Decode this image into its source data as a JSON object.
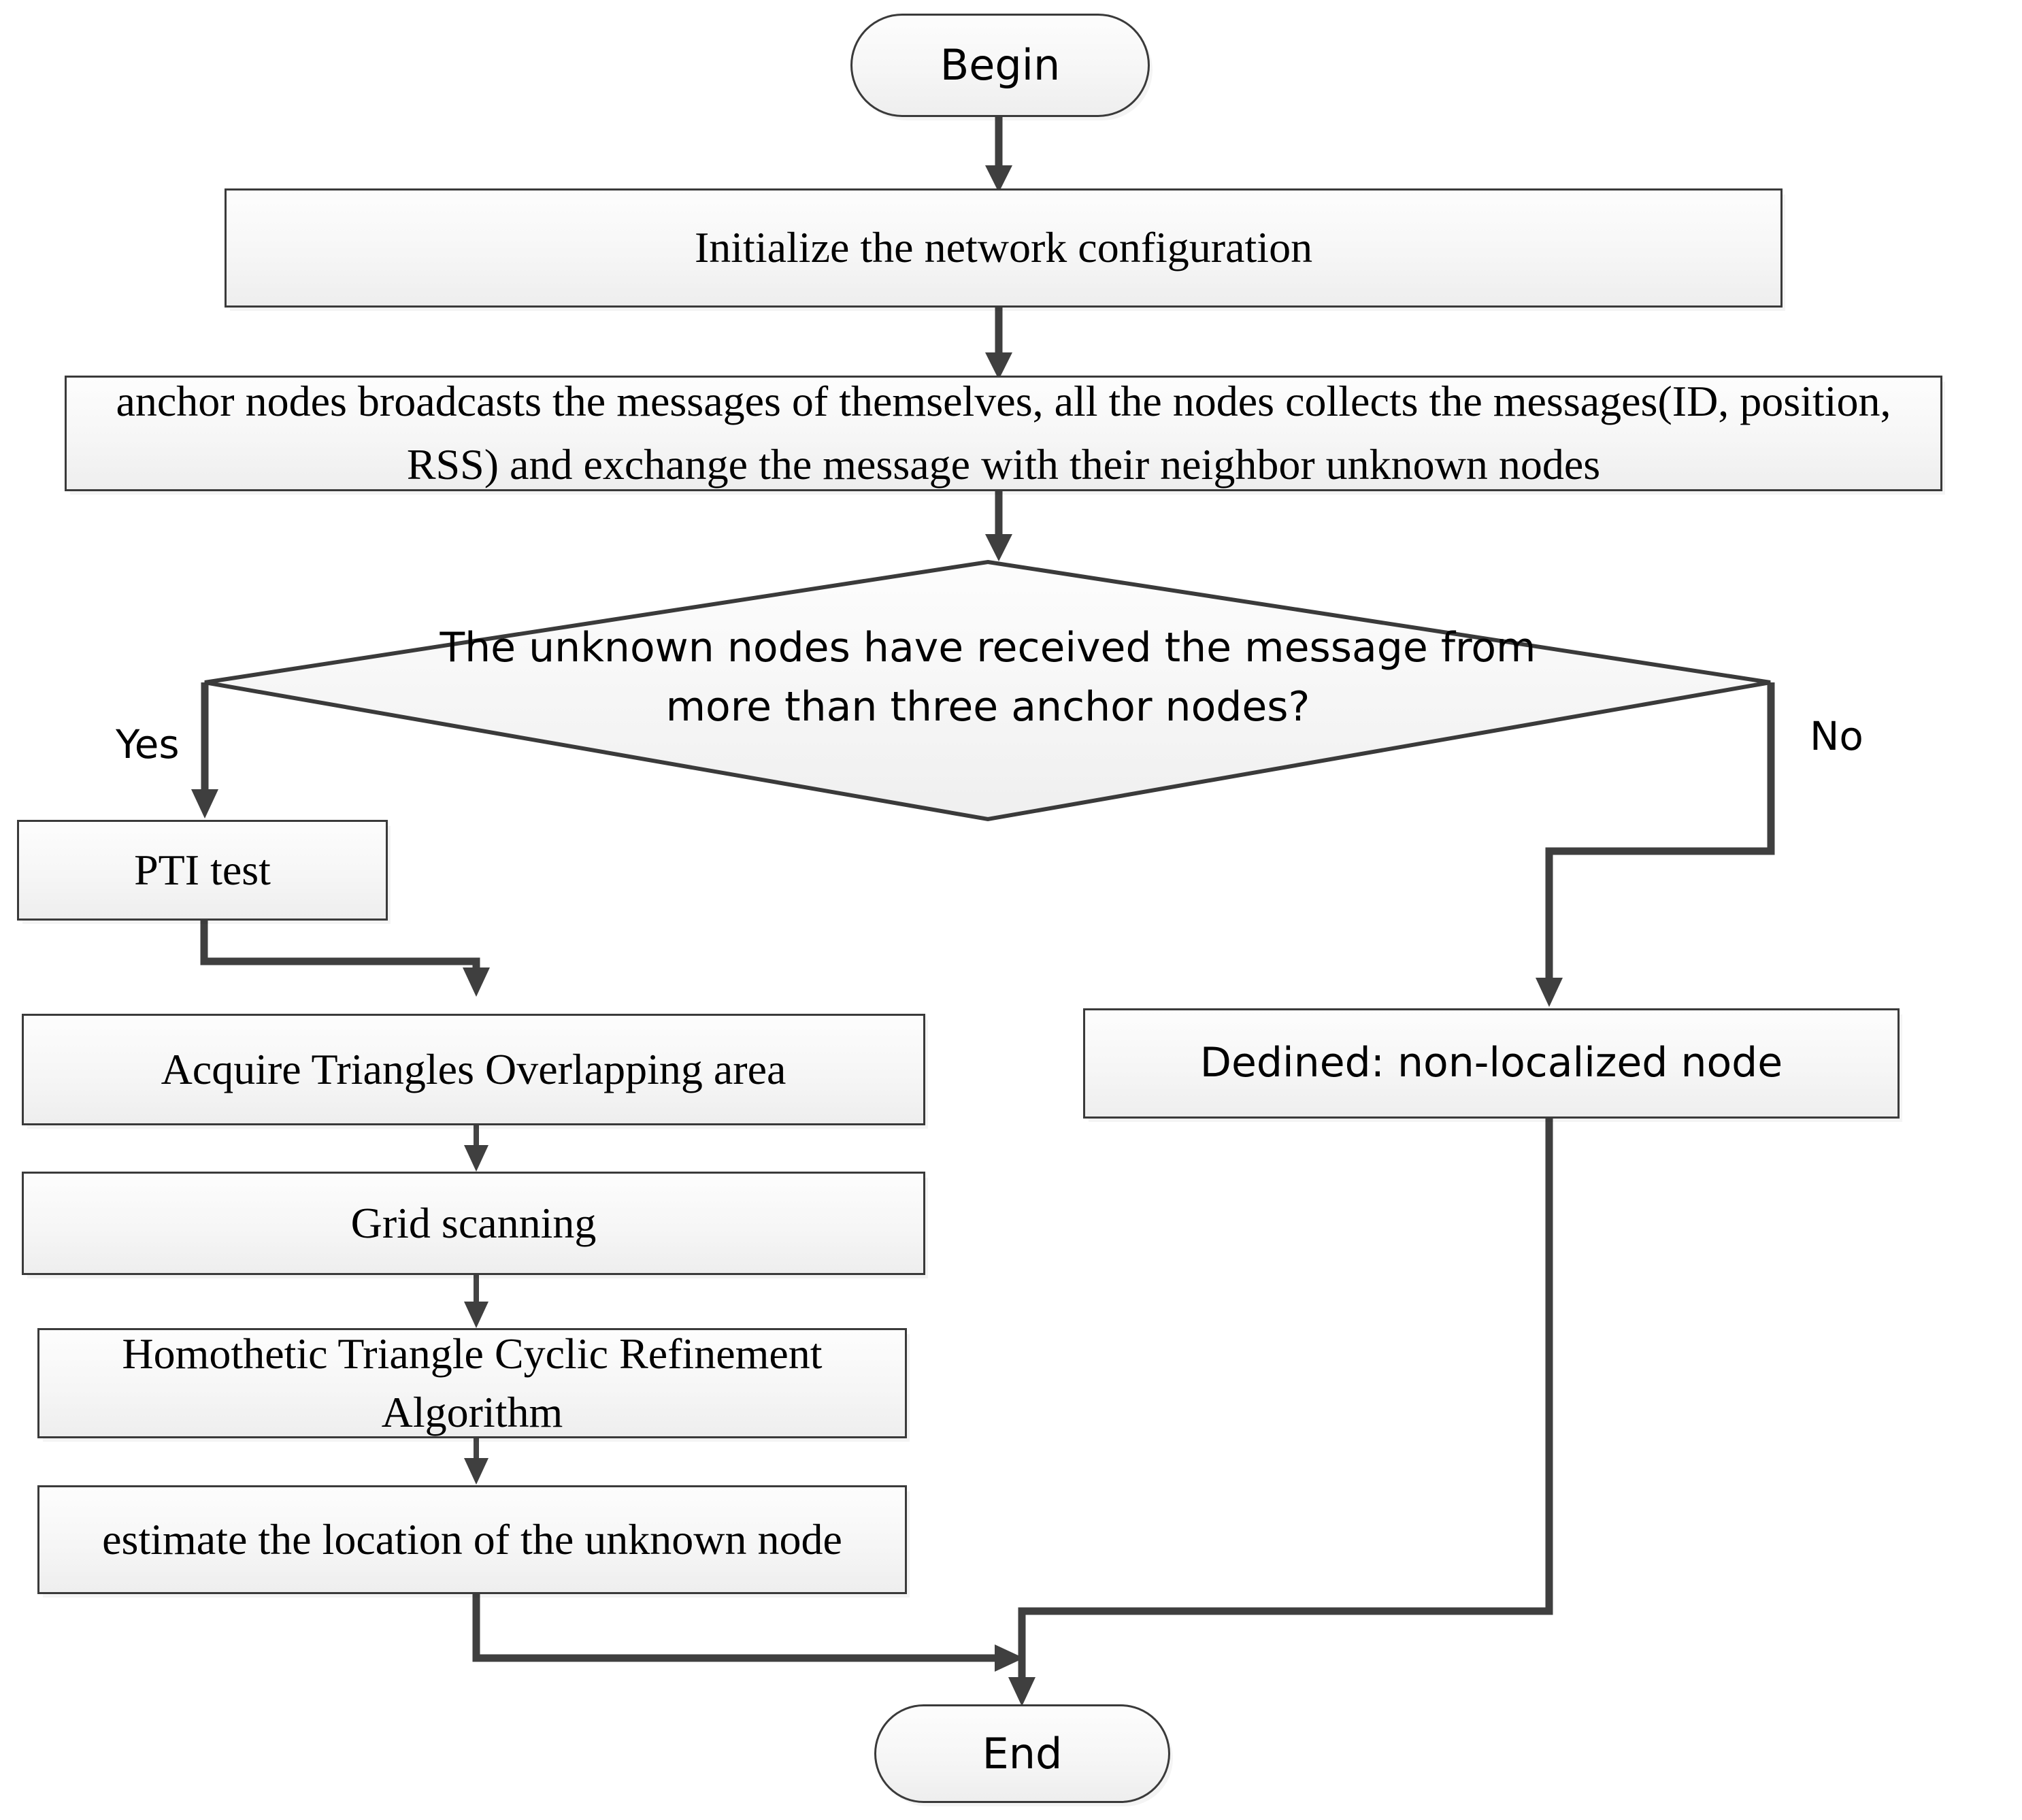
{
  "diagram": {
    "title_text_present": false,
    "colors": {
      "node_fill_top": "#fdfdfd",
      "node_fill_bottom": "#eeeeee",
      "node_border": "#3a3a3a",
      "connector": "#3f3f3f",
      "text": "#000000",
      "background": "#ffffff"
    },
    "nodes": {
      "begin": {
        "label": "Begin",
        "shape": "terminal"
      },
      "initialize": {
        "label": "Initialize the network configuration",
        "shape": "process"
      },
      "broadcast": {
        "label": "anchor nodes  broadcasts the messages of themselves, all the nodes collects the messages(ID, position, RSS) and exchange the message  with their neighbor unknown nodes",
        "shape": "process"
      },
      "decision": {
        "label_line1": "The unknown nodes have received the message from",
        "label_line2": "more than three anchor nodes?",
        "shape": "decision"
      },
      "pti": {
        "label": "PTI test",
        "shape": "process"
      },
      "acquire": {
        "label": "Acquire Triangles Overlapping area",
        "shape": "process"
      },
      "grid": {
        "label": "Grid scanning",
        "shape": "process"
      },
      "homothetic": {
        "label": "Homothetic Triangle Cyclic Refinement Algorithm",
        "shape": "process"
      },
      "estimate": {
        "label": "estimate the location of the unknown node",
        "shape": "process"
      },
      "dedined": {
        "label": "Dedined: non-localized node",
        "shape": "process"
      },
      "end": {
        "label": "End",
        "shape": "terminal"
      }
    },
    "edge_labels": {
      "yes": "Yes",
      "no": "No"
    }
  }
}
